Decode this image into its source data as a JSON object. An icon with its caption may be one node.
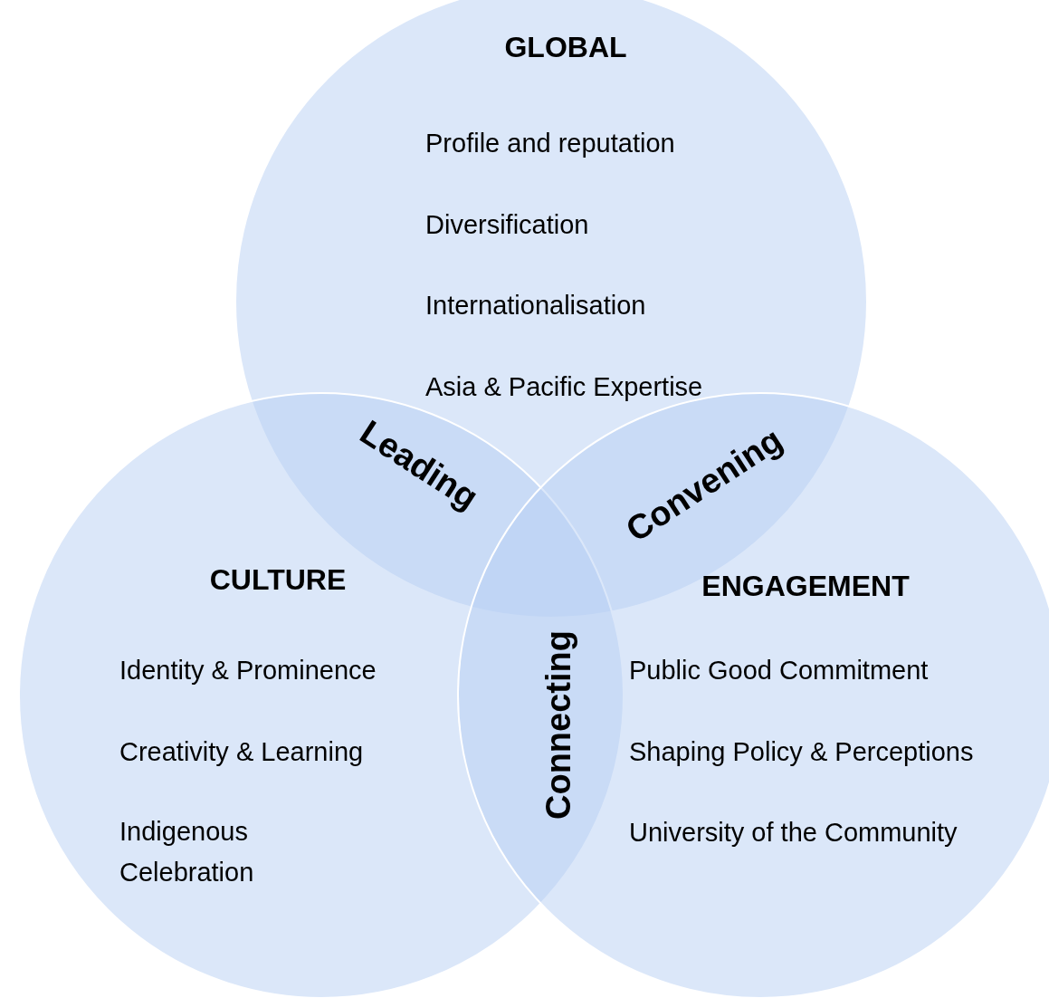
{
  "diagram": {
    "nodes": [
      {
        "text": [
          "GLOBAL",
          "Profile and reputation",
          "Diversification",
          "Internationalisation",
          "Asia & Pacific Expertise"
        ]
      },
      {
        "text": [
          "CULTURE",
          "Identity & Prominence",
          "Creativity & Learning",
          "Indigenous Celebration"
        ]
      },
      {
        "text": [
          "ENGAGEMENT",
          "Public Good Commitment",
          "Shaping Policy & Perceptions",
          "University of the Community"
        ]
      }
    ],
    "labels": [
      "Leading",
      "Convening",
      "Connecting"
    ]
  }
}
